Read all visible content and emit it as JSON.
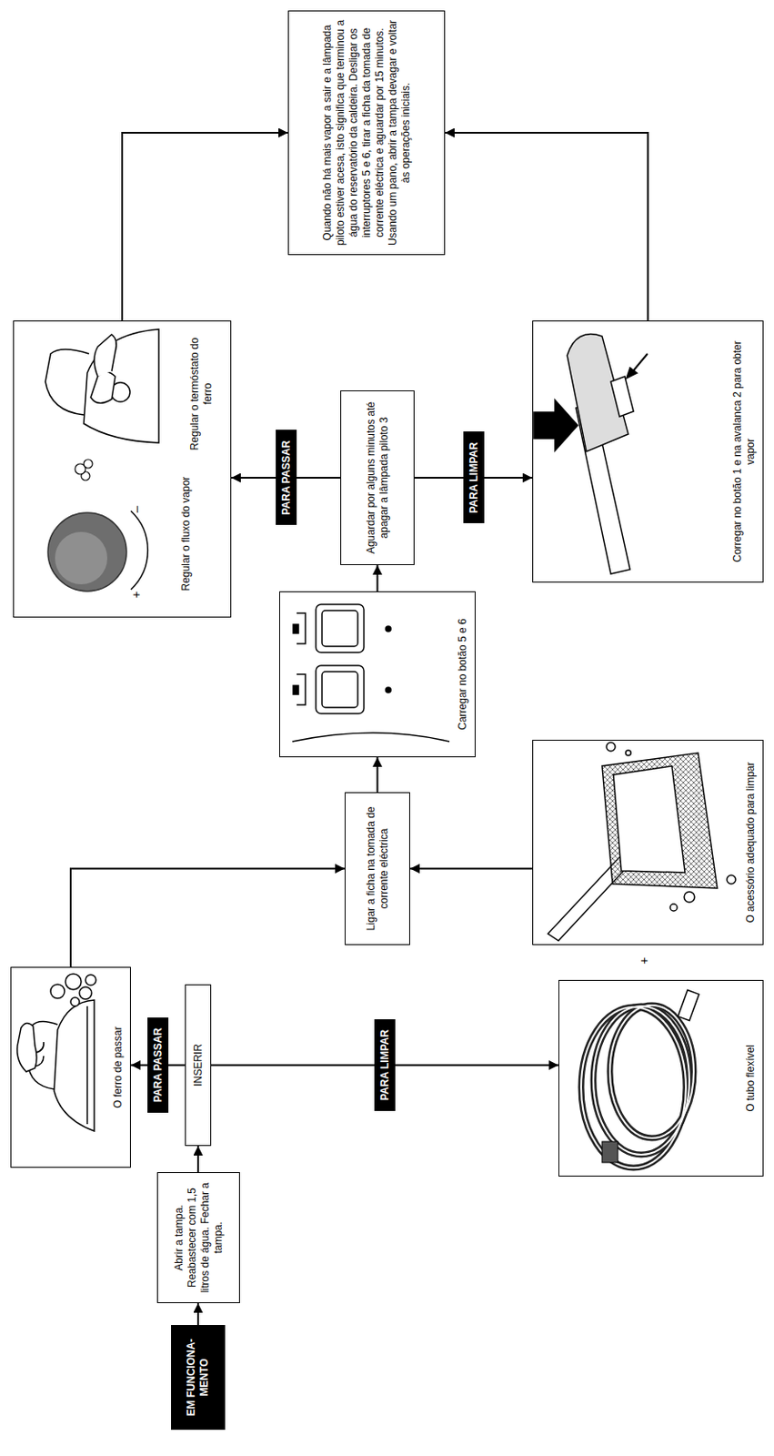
{
  "diagram": {
    "nodes": [
      {
        "text": [
          "EM FUNCIONA- MENTO"
        ]
      },
      {
        "text": [
          "Abrir a tampa. Reabastecer com 1,5 litros de água. Fechar a tampa."
        ]
      },
      {
        "text": [
          "INSERIR"
        ]
      },
      {
        "text": [
          "O ferro de passar"
        ]
      },
      {
        "text": [
          "O tubo flexível"
        ]
      },
      {
        "text": [
          "O acessório adequado para limpar"
        ]
      },
      {
        "text": [
          "Ligar a ficha na tomada de corrente eléctrica"
        ]
      },
      {
        "text": [
          "Carregar no botão 5 e 6"
        ]
      },
      {
        "text": [
          "Aguardar por alguns minutos até apagar a lâmpada piloto 3"
        ]
      },
      {
        "text": [
          "Regular o fluxo do vapor",
          "Regular o termóstato do ferro"
        ]
      },
      {
        "text": [
          "Corregar no botão 1 e na avalanca 2 para obter vapor"
        ]
      },
      {
        "text": [
          "Quando não há mais vapor a sair e a lâmpada piloto estiver acesa, isto significa que terminou a água do reservatório da caldeira. Desligar os interruptores 5 e 6, tirar a ficha da tomada de corrente eléctrica e aguardar por 15 minutos. Usando um pano, abrir a tampa devagar e voltar às operações iniciais."
        ]
      }
    ],
    "edges": [
      {
        "from": 0,
        "to": 1,
        "arrow": "to"
      },
      {
        "from": 1,
        "to": 2,
        "arrow": "to"
      },
      {
        "from": 2,
        "to": 3,
        "label": "PARA PASSAR",
        "arrow": "to"
      },
      {
        "from": 2,
        "to": 4,
        "label": "PARA LIMPAR",
        "arrow": "to"
      },
      {
        "from": 3,
        "to": 6,
        "arrow": "to"
      },
      {
        "from": 5,
        "to": 6,
        "arrow": "to"
      },
      {
        "from": 6,
        "to": 7,
        "arrow": "to"
      },
      {
        "from": 7,
        "to": 8,
        "arrow": "to"
      },
      {
        "from": 8,
        "to": 9,
        "label": "PARA PASSAR",
        "arrow": "to"
      },
      {
        "from": 8,
        "to": 10,
        "label": "PARA LIMPAR",
        "arrow": "to"
      },
      {
        "from": 9,
        "to": 11,
        "arrow": "to"
      },
      {
        "from": 10,
        "to": 11,
        "arrow": "to"
      }
    ],
    "labels": [
      "+",
      "+",
      "–"
    ]
  }
}
